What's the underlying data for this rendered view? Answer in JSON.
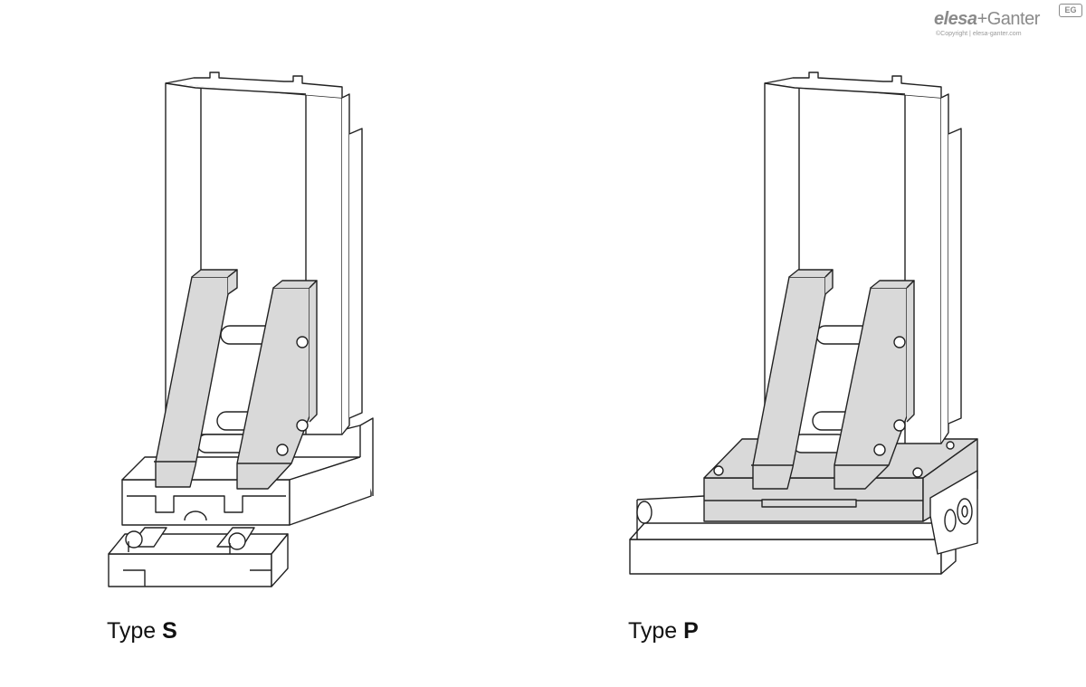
{
  "logo": {
    "brand_left": "elesa",
    "brand_plus": "+",
    "brand_right": "Ganter",
    "copyright": "©Copyright | elesa-ganter.com",
    "badge": "EG"
  },
  "figures": [
    {
      "caption_prefix": "Type ",
      "caption_bold": "S"
    },
    {
      "caption_prefix": "Type ",
      "caption_bold": "P"
    }
  ],
  "colors": {
    "line": "#222222",
    "part_fill": "#d9d9d9",
    "base_fill": "#ffffff"
  }
}
